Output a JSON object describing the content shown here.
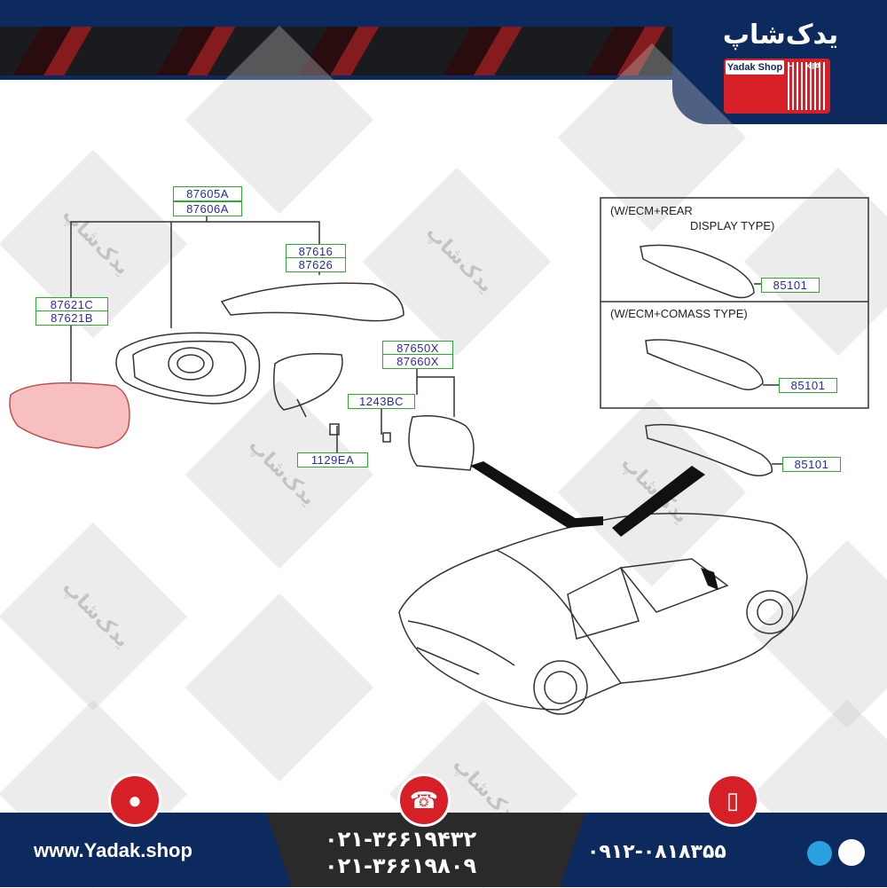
{
  "brand": {
    "name_fa": "یدک‌شاپ",
    "badge_text": "Yadak Shop",
    "hyundai": "H",
    "kia": "KIA"
  },
  "watermark_text": "یدک‌شاپ",
  "diagram": {
    "labels": {
      "p87605A": "87605A",
      "p87606A": "87606A",
      "p87616": "87616",
      "p87626": "87626",
      "p87621C": "87621C",
      "p87621B": "87621B",
      "p87650X": "87650X",
      "p87660X": "87660X",
      "p1243BC": "1243BC",
      "p1129EA": "1129EA",
      "p85101a": "85101",
      "p85101b": "85101",
      "p85101c": "85101"
    },
    "box1_line1": "(W/ECM+REAR",
    "box1_line2": "DISPLAY TYPE)",
    "box2_line1": "(W/ECM+COMASS TYPE)"
  },
  "footer": {
    "website": "www.Yadak.shop",
    "phone1": "۰۲۱-۳۶۶۱۹۴۳۲",
    "phone2": "۰۲۱-۳۶۶۱۹۸۰۹",
    "mobile": "۰۹۱۲-۰۸۱۸۳۵۵"
  },
  "colors": {
    "navy": "#0d2a5e",
    "red": "#d61f26",
    "label_border": "#2eaa2e",
    "label_text": "#2a2aa8",
    "glass": "#f08a8a"
  }
}
